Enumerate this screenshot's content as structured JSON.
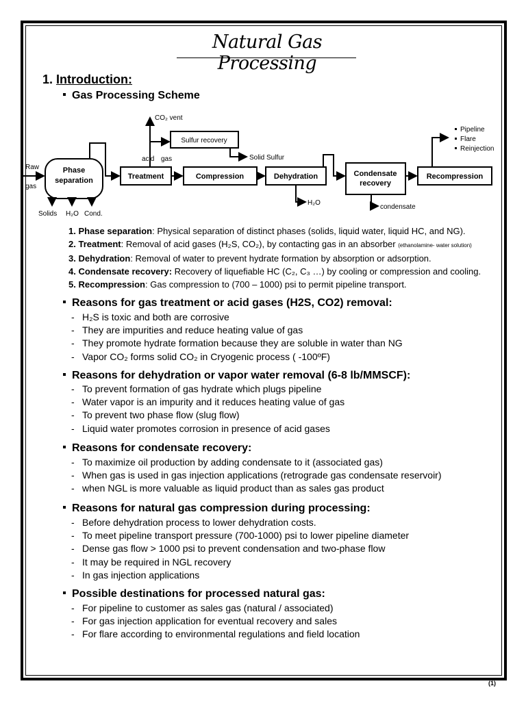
{
  "title": "Natural Gas Processing",
  "section_heading": {
    "number": "1.",
    "label": "Introduction:"
  },
  "scheme_heading": "Gas Processing Scheme",
  "diagram": {
    "co2_vent": "CO₂ vent",
    "sulfur_recovery": "Sulfur recovery",
    "solid_sulfur": "Solid Sulfur",
    "acid": "acid",
    "gas": "gas",
    "raw": "Raw",
    "raw_gas": "gas",
    "phase_separation_1": "Phase",
    "phase_separation_2": "separation",
    "treatment": "Treatment",
    "compression": "Compression",
    "dehydration": "Dehydration",
    "condensate_recovery_1": "Condensate",
    "condensate_recovery_2": "recovery",
    "recompression": "Recompression",
    "solids": "Solids",
    "h2o": "H₂O",
    "cond": "Cond.",
    "dehy_h2o": "H₂O",
    "condensate": "condensate",
    "destinations": [
      "Pipeline",
      "Flare",
      "Reinjection"
    ]
  },
  "steps": [
    {
      "num": "1.",
      "name": "Phase separation",
      "text": ": Physical separation of distinct phases (solids, liquid water, liquid HC, and NG).",
      "note": ""
    },
    {
      "num": "2.",
      "name": "Treatment",
      "text": ": Removal of acid gases (H₂S, CO₂), by contacting gas in an absorber ",
      "note": "(ethanolamine- water solution)"
    },
    {
      "num": "3.",
      "name": "Dehydration",
      "text": ": Removal of water to prevent hydrate formation by absorption or adsorption.",
      "note": ""
    },
    {
      "num": "4.",
      "name": "Condensate recovery:",
      "text": " Recovery of liquefiable HC (C₂, C₃ …) by cooling or compression and cooling.",
      "note": ""
    },
    {
      "num": "5.",
      "name": "Recompression",
      "text": ": Gas compression to (700 – 1000) psi to permit pipeline transport.",
      "note": ""
    }
  ],
  "sections": [
    {
      "heading": "Reasons for gas treatment or acid gases (H2S, CO2) removal:",
      "items": [
        "H₂S is toxic and both are corrosive",
        "They are impurities and reduce heating value of gas",
        "They promote hydrate formation because they are soluble in water than NG",
        "Vapor CO₂ forms solid CO₂ in Cryogenic process ( -100ºF)"
      ]
    },
    {
      "heading": "Reasons for dehydration or vapor water removal (6-8 lb/MMSCF):",
      "items": [
        "To prevent formation of gas hydrate which plugs pipeline",
        "Water vapor is an impurity and it reduces heating value of gas",
        "To prevent two phase flow (slug flow)",
        "Liquid water promotes corrosion in presence of acid gases"
      ]
    },
    {
      "heading": "Reasons for condensate recovery:",
      "items": [
        "To maximize oil production by adding condensate to it (associated gas)",
        "When gas is used in gas injection applications (retrograde gas condensate reservoir)",
        "when NGL is more valuable as liquid product than as sales gas product"
      ]
    },
    {
      "heading": "Reasons for natural gas compression during processing:",
      "items": [
        "Before dehydration process to lower dehydration costs.",
        "To meet pipeline transport pressure (700-1000) psi to lower pipeline diameter",
        "Dense gas flow > 1000 psi to prevent condensation and two-phase flow",
        "It may be required in NGL recovery",
        "In gas injection applications"
      ]
    },
    {
      "heading": "Possible destinations for processed natural gas:",
      "items": [
        "For pipeline to customer as sales gas (natural / associated)",
        "For gas injection application for eventual recovery and sales",
        "For flare according to environmental regulations and field location"
      ]
    }
  ],
  "page_number": "(1)"
}
